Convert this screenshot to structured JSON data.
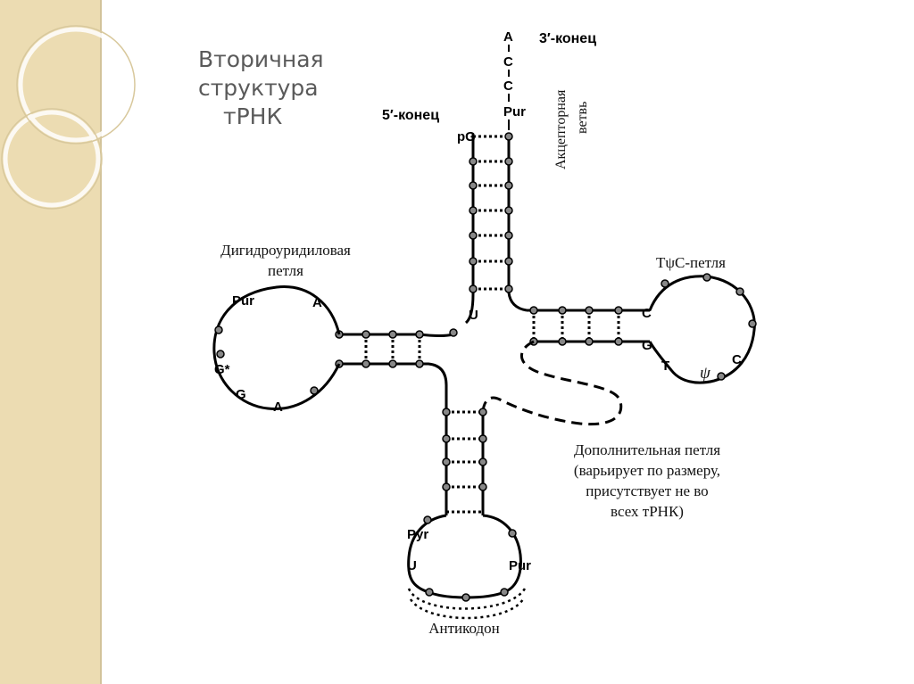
{
  "title": {
    "line1": "Вторичная",
    "line2": "структура",
    "line3": "тРНК"
  },
  "labels": {
    "three_prime": "3′-конец",
    "five_prime": "5′-конец",
    "acceptor_arm_1": "Акцепторная",
    "acceptor_arm_2": "ветвь",
    "d_loop_1": "Дигидроуридиловая",
    "d_loop_2": "петля",
    "t_loop": "TψC-петля",
    "extra_loop_1": "Дополнительная петля",
    "extra_loop_2": "(варьирует по размеру,",
    "extra_loop_3": "присутствует не во",
    "extra_loop_4": "всех тРНК)",
    "anticodon": "Антикодон"
  },
  "nucleotides": {
    "acceptor_a": "A",
    "acceptor_c1": "C",
    "acceptor_c2": "C",
    "acceptor_pur": "Pur",
    "pg": "pG",
    "u_after_acceptor": "U",
    "d_pur": "Pur",
    "d_a": "A",
    "d_gstar": "G*",
    "d_g": "G",
    "d_a2": "A",
    "t_c": "C",
    "t_g": "G",
    "t_t": "T",
    "t_psi": "ψ",
    "t_c2": "C",
    "ac_pyr": "Pyr",
    "ac_u": "U",
    "ac_pur": "Pur"
  },
  "colors": {
    "strip": "#ecdcb2",
    "ink": "#000000"
  }
}
